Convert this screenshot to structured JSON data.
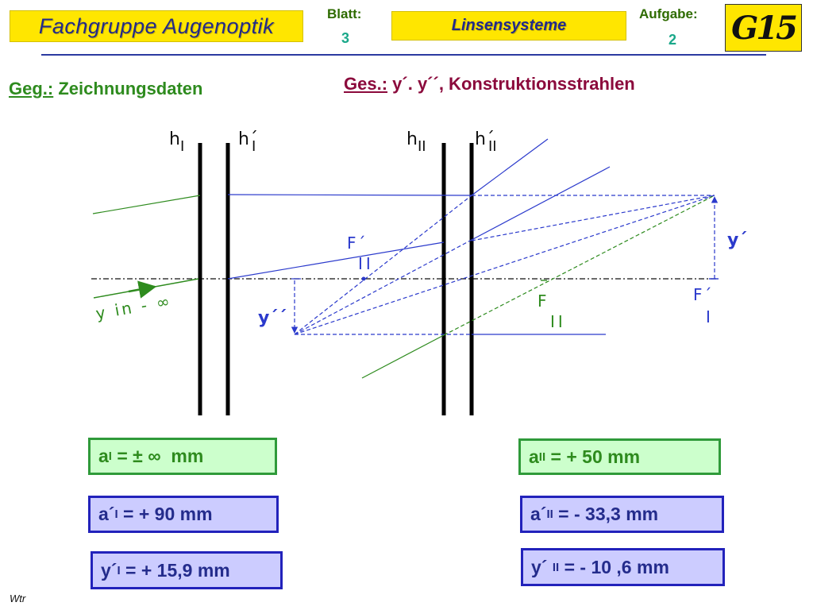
{
  "header": {
    "title": "Fachgruppe  Augenoptik",
    "sheet_label": "Blatt:",
    "sheet_value": "3",
    "topic": "Linsensysteme",
    "task_label": "Aufgabe:",
    "task_value": "2",
    "logo_text": "G15"
  },
  "given": {
    "prefix": "Geg.:",
    "text": "Zeichnungsdaten"
  },
  "sought": {
    "prefix": "Ges.:",
    "text": "y´. y´´,  Konstruktionsstrahlen"
  },
  "diagram": {
    "plane_labels": [
      {
        "main": "h",
        "sub": "I"
      },
      {
        "main": "h´",
        "sub": "I"
      },
      {
        "main": "h",
        "sub": "II"
      },
      {
        "main": "h´",
        "sub": "II"
      }
    ],
    "focal_fII_prime": {
      "main": "F´",
      "sub": "II"
    },
    "focal_fII": {
      "main": "F",
      "sub": "II"
    },
    "focal_fI_prime": {
      "main": "F´",
      "sub": "I"
    },
    "image_y1_label": "y´",
    "image_y2_label": "y´´",
    "object_label": "y in - ∞"
  },
  "values": {
    "a1": {
      "base": "a",
      "sub": "I",
      "rest": " = ± ∞  mm"
    },
    "a2": {
      "base": "a",
      "sub": "II",
      "rest": " = + 50 mm"
    },
    "a1p": {
      "base": "a´",
      "sub": "I",
      "rest": " = + 90 mm"
    },
    "a2p": {
      "base": "a´",
      "sub": "II",
      "rest": " = - 33,3 mm"
    },
    "y1p": {
      "base": "y´",
      "sub": "I",
      "rest": " = + 15,9 mm"
    },
    "y2p": {
      "base": "y´ ",
      "sub": "II",
      "rest": " = - 10 ,6 mm"
    }
  },
  "footer": {
    "author": "Wtr"
  },
  "colors": {
    "yellow": "#ffe600",
    "navy": "#222a8a",
    "green": "#2e8b1e",
    "blue": "#2b3acc",
    "maroon": "#8b0a3c"
  }
}
